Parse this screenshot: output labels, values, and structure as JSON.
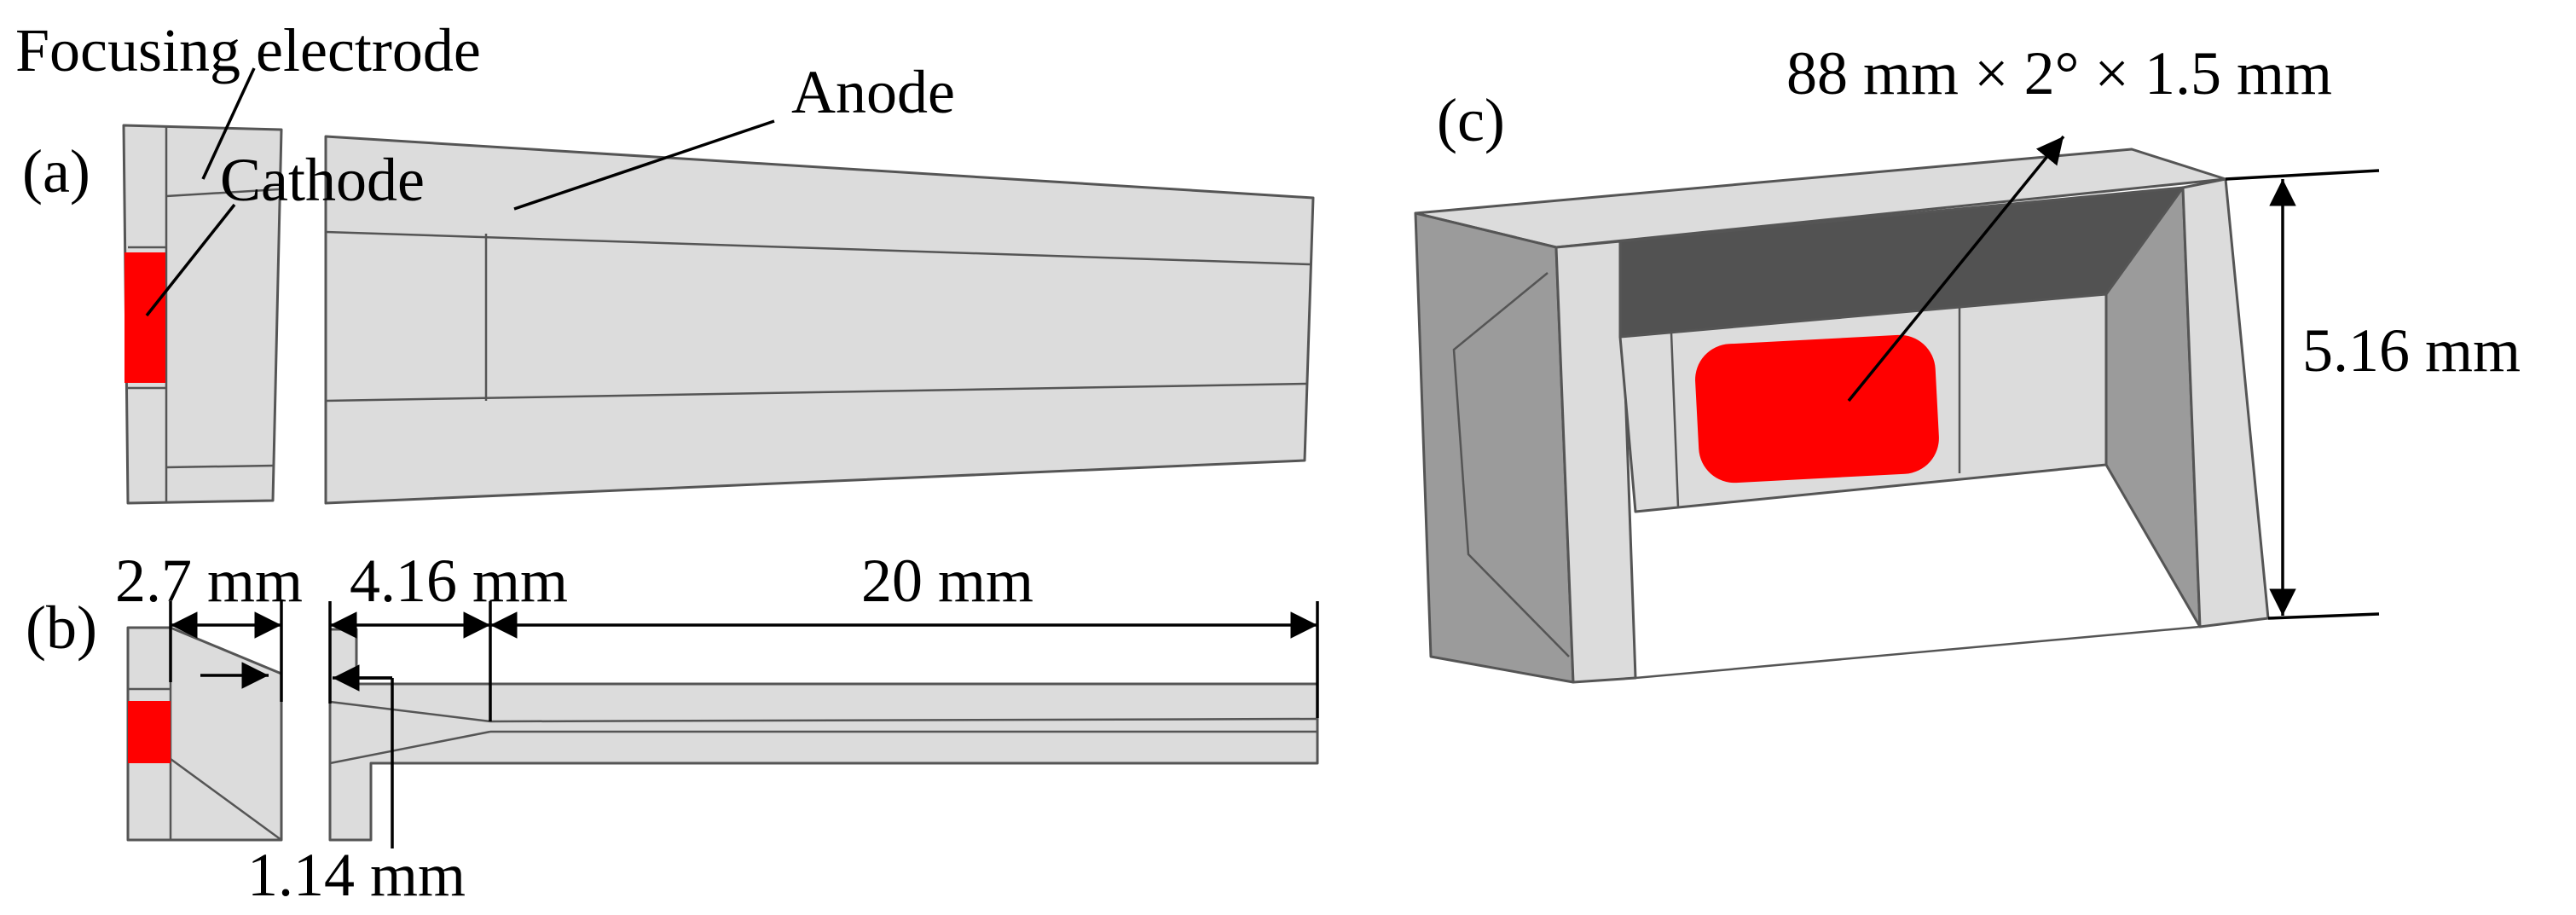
{
  "panels": {
    "a": {
      "tag": "(a)",
      "labels": {
        "focusing_electrode": "Focusing electrode",
        "cathode": "Cathode",
        "anode": "Anode"
      }
    },
    "b": {
      "tag": "(b)",
      "dimensions": {
        "gap_left": "2.7 mm",
        "gap_mid": "4.16 mm",
        "anode_length": "20 mm",
        "step": "1.14 mm"
      }
    },
    "c": {
      "tag": "(c)",
      "dimensions": {
        "emitter": "88 mm × 2° × 1.5 mm",
        "height": "5.16 mm"
      }
    }
  },
  "colors": {
    "part_fill": "#dcdcdc",
    "part_side": "#9b9b9b",
    "part_dark": "#525252",
    "cathode": "#ff0000",
    "edge": "#555555"
  }
}
